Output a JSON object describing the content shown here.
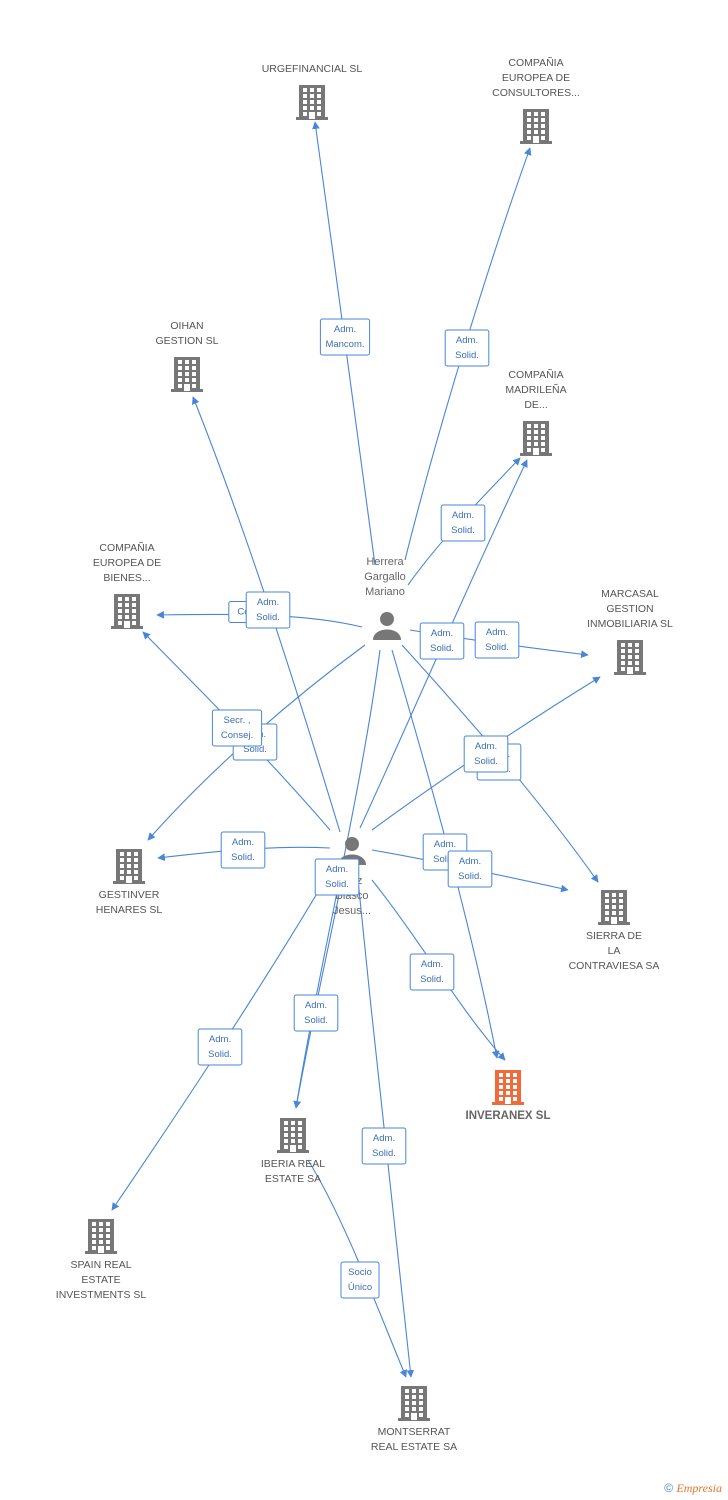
{
  "colors": {
    "edge": "#4a86d6",
    "building": "#777777",
    "focus_building": "#f26a3a",
    "person": "#777777"
  },
  "persons": [
    {
      "id": "p1",
      "lines": [
        "Herrera",
        "Gargallo",
        "Mariano"
      ],
      "label_pos": "above"
    },
    {
      "id": "p2",
      "lines": [
        "...ez",
        "Blasco",
        "Jesus..."
      ],
      "label_pos": "below"
    }
  ],
  "companies": [
    {
      "id": "urgefinancial",
      "lines": [
        "URGEFINANCIAL SL"
      ],
      "label_pos": "above"
    },
    {
      "id": "comp_consultores",
      "lines": [
        "COMPAÑIA",
        "EUROPEA DE",
        "CONSULTORES..."
      ],
      "label_pos": "above"
    },
    {
      "id": "oihan",
      "lines": [
        "OIHAN",
        "GESTION SL"
      ],
      "label_pos": "above"
    },
    {
      "id": "comp_madrilena",
      "lines": [
        "COMPAÑIA",
        "MADRILEÑA",
        "DE..."
      ],
      "label_pos": "above"
    },
    {
      "id": "comp_bienes",
      "lines": [
        "COMPAÑIA",
        "EUROPEA DE",
        "BIENES..."
      ],
      "label_pos": "above"
    },
    {
      "id": "marcasal",
      "lines": [
        "MARCASAL",
        "GESTION",
        "INMOBILIARIA SL"
      ],
      "label_pos": "above"
    },
    {
      "id": "gestinver",
      "lines": [
        "GESTINVER",
        "HENARES SL"
      ],
      "label_pos": "below"
    },
    {
      "id": "sierra",
      "lines": [
        "SIERRA DE",
        "LA",
        "CONTRAVIESA SA"
      ],
      "label_pos": "below"
    },
    {
      "id": "inveranex",
      "lines": [
        "INVERANEX SL"
      ],
      "label_pos": "below",
      "focus": true
    },
    {
      "id": "iberia",
      "lines": [
        "IBERIA REAL",
        "ESTATE SA"
      ],
      "label_pos": "below"
    },
    {
      "id": "spain",
      "lines": [
        "SPAIN REAL",
        "ESTATE",
        "INVESTMENTS SL"
      ],
      "label_pos": "below"
    },
    {
      "id": "montserrat",
      "lines": [
        "MONTSERRAT",
        "REAL ESTATE SA"
      ],
      "label_pos": "below"
    }
  ],
  "edges": [
    {
      "from": "p1",
      "to": "urgefinancial",
      "lines": [
        "Adm.",
        "Mancom."
      ]
    },
    {
      "from": "p1",
      "to": "comp_consultores",
      "lines": [
        "Adm.",
        "Solid."
      ]
    },
    {
      "from": "p1",
      "to": "comp_madrilena",
      "lines": [
        "Adm.",
        "Solid."
      ]
    },
    {
      "from": "p1",
      "to": "comp_bienes",
      "lines": [
        "Consejero"
      ]
    },
    {
      "from": "p1",
      "to": "marcasal",
      "lines": [
        "Adm.",
        "Solid."
      ]
    },
    {
      "from": "p1",
      "to": "gestinver",
      "lines": [
        "Adm.",
        "Solid."
      ]
    },
    {
      "from": "p1",
      "to": "sierra",
      "lines": [
        "Adm.",
        "Solid."
      ]
    },
    {
      "from": "p1",
      "to": "inveranex",
      "lines": [
        "Adm.",
        "Solid."
      ]
    },
    {
      "from": "p1",
      "to": "iberia",
      "lines": [
        "Adm.",
        "Solid."
      ]
    },
    {
      "from": "p2",
      "to": "oihan",
      "lines": [
        "Adm.",
        "Solid."
      ]
    },
    {
      "from": "p2",
      "to": "comp_madrilena",
      "lines": [
        "Adm.",
        "Solid."
      ]
    },
    {
      "from": "p2",
      "to": "comp_bienes",
      "lines": [
        "Secr. ,",
        "Consej."
      ]
    },
    {
      "from": "p2",
      "to": "marcasal",
      "lines": [
        "Adm.",
        "Solid."
      ]
    },
    {
      "from": "p2",
      "to": "gestinver",
      "lines": [
        "Adm.",
        "Solid."
      ]
    },
    {
      "from": "p2",
      "to": "sierra",
      "lines": [
        "Adm.",
        "Solid."
      ]
    },
    {
      "from": "p2",
      "to": "inveranex",
      "lines": [
        "Adm.",
        "Solid."
      ]
    },
    {
      "from": "p2",
      "to": "iberia",
      "lines": [
        "Adm.",
        "Solid."
      ]
    },
    {
      "from": "p2",
      "to": "spain",
      "lines": [
        "Adm.",
        "Solid."
      ]
    },
    {
      "from": "p2",
      "to": "montserrat",
      "lines": [
        "Adm.",
        "Solid."
      ]
    },
    {
      "from": "iberia",
      "to": "montserrat",
      "lines": [
        "Socio",
        "Único"
      ]
    }
  ],
  "footer": {
    "copyright": "©",
    "brand": "Empresia"
  }
}
